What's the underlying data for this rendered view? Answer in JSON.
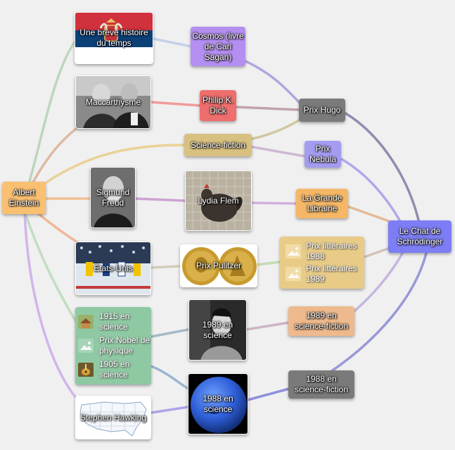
{
  "nodes": {
    "einstein": "Albert Einstein",
    "breve": "Une brève histoire du temps",
    "cosmos": "Cosmos (livre de Carl Sagan)",
    "maccarthysme": "Maccarthysme",
    "dick": "Philip K. Dick",
    "hugo": "Prix Hugo",
    "scifi": "Science-fiction",
    "nebula": "Prix Nebula",
    "freud": "Sigmund Freud",
    "flem": "Lydia Flem",
    "grande": "La Grande Librairie",
    "chat": "Le Chat de Schrödinger",
    "etats": "États-Unis",
    "pulitzer": "Prix Pulitzer",
    "sf1989": "1989 en science-fiction",
    "sci1989": "1989 en science",
    "sf1988": "1988 en science-fiction",
    "sci1988": "1988 en science",
    "hawking": "Stephen Hawking"
  },
  "prix_list": [
    "Prix littéraires 1988",
    "Prix littéraires 1989"
  ],
  "science_list": [
    "1915 en science",
    "Prix Nobel de physique",
    "1905 en science"
  ],
  "icons": {
    "prix_1988": "image-placeholder-icon",
    "prix_1989": "image-placeholder-icon",
    "sci_1915": "house-thumbnail-icon",
    "nobel": "image-placeholder-icon",
    "sci_1905": "guitar-thumbnail-icon"
  },
  "colors": {
    "orange": "#f9c072",
    "purple": "#b48ef0",
    "red": "#ee6d6d",
    "gray": "#7a7a7a",
    "tan": "#d8c080",
    "lavender": "#a49cf0",
    "peach": "#f5b766",
    "blue": "#7d7df5",
    "beige": "#e8cb86",
    "sand": "#eeb98c",
    "green": "#8fc9a4"
  }
}
